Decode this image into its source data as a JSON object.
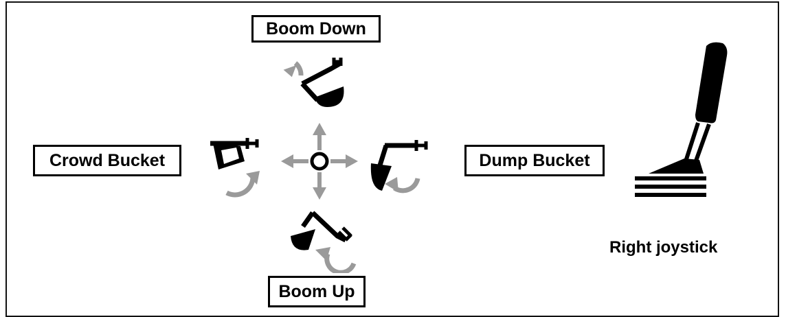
{
  "labels": {
    "boom_down": "Boom Down",
    "crowd_bucket": "Crowd Bucket",
    "dump_bucket": "Dump Bucket",
    "boom_up": "Boom Up"
  },
  "caption": "Right joystick",
  "icons": {
    "center": "joystick-center-icon",
    "arrows": "direction-arrow-icon",
    "attachment": "excavator-bucket-icon",
    "rotation": "rotation-arrow-icon",
    "joystick": "joystick-lever-icon"
  },
  "colors": {
    "ink": "#000000",
    "arrow_gray": "#9a9a9a"
  }
}
